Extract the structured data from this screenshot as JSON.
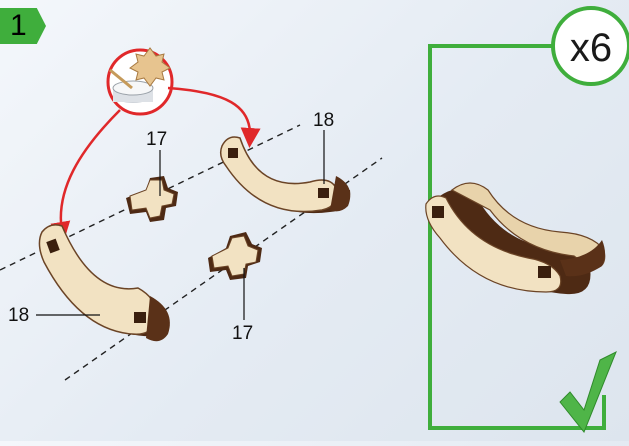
{
  "step": {
    "number": "1"
  },
  "multiplier": {
    "text": "x6"
  },
  "labels": {
    "part_left_bracket": "18",
    "part_right_bracket": "18",
    "part_upper_connector": "17",
    "part_lower_connector": "17"
  },
  "colors": {
    "accent_green": "#3fae3c",
    "arrow_red": "#e0282a",
    "wood_light": "#f2e2c2",
    "wood_dark": "#4e2a14"
  },
  "icons": {
    "glue_icon": "glue-applicator-icon",
    "check_icon": "checkmark-icon"
  }
}
